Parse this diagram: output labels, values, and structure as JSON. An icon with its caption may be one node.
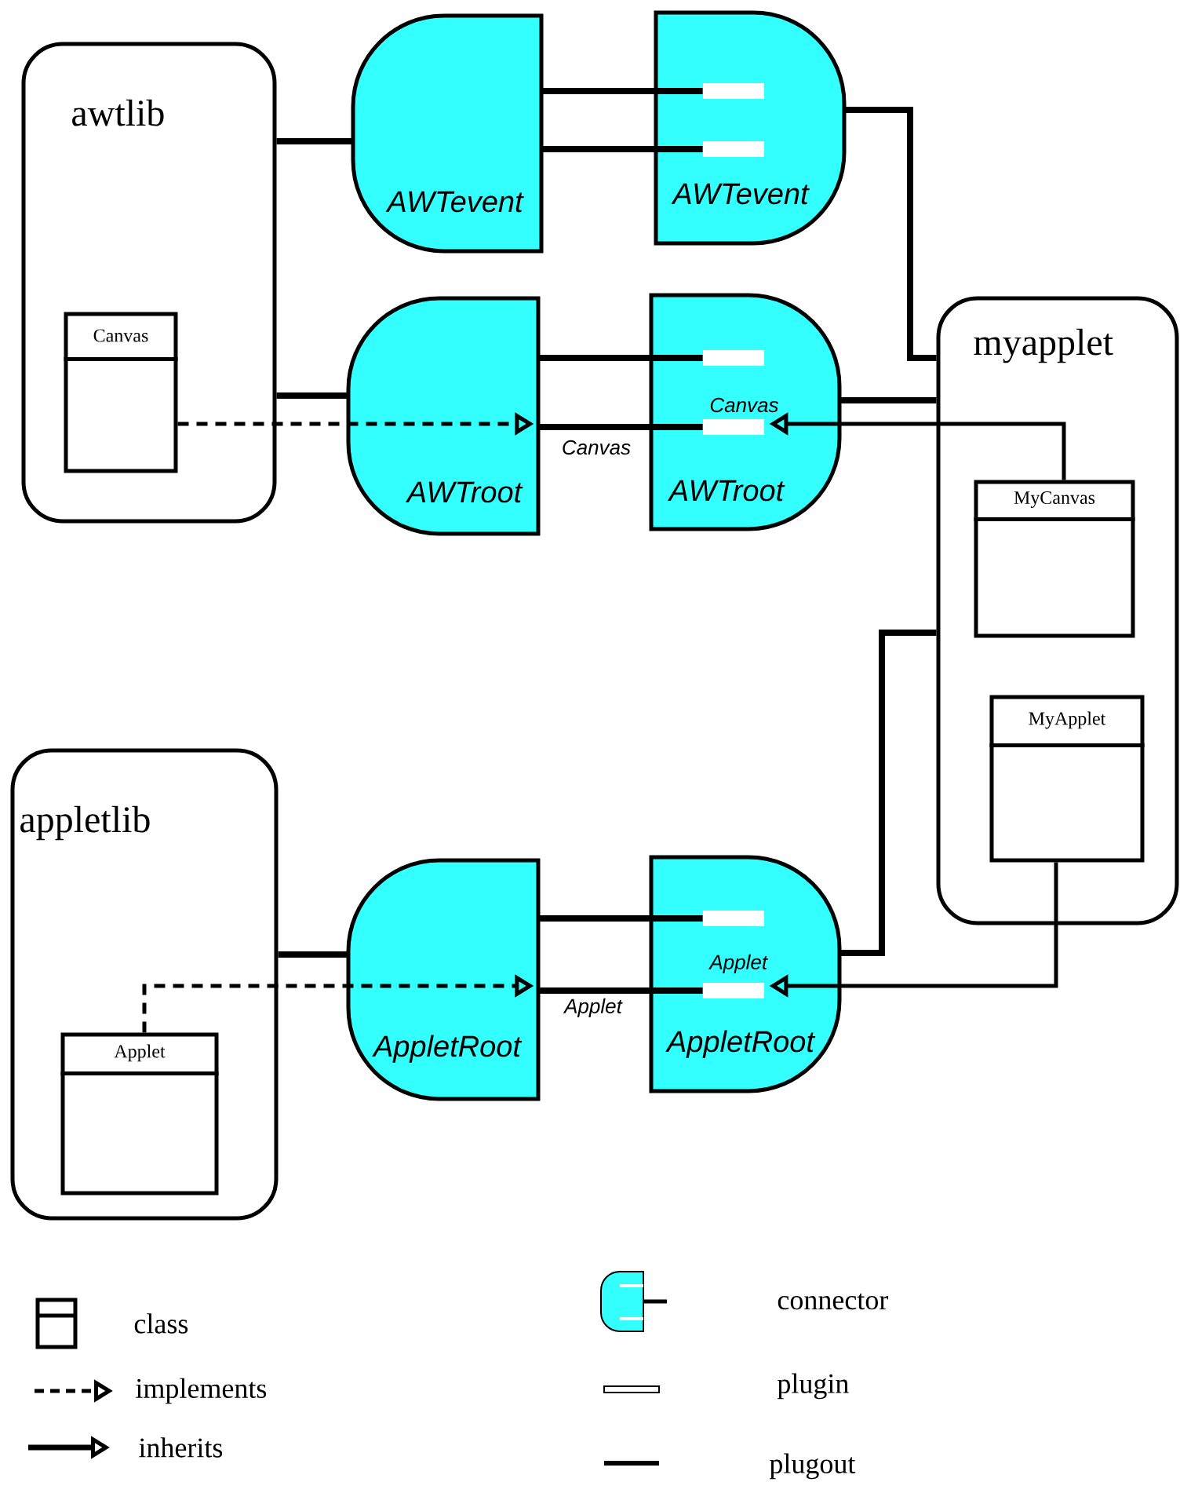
{
  "diagram": {
    "nodes": [
      {
        "text": [
          "awtlib"
        ]
      },
      {
        "text": [
          "Canvas"
        ],
        "in": 0
      },
      {
        "text": [
          "AWTevent"
        ]
      },
      {
        "text": [
          "AWTevent"
        ]
      },
      {
        "text": [
          "AWTroot"
        ]
      },
      {
        "text": [
          "AWTroot"
        ]
      },
      {
        "text": [
          "myapplet"
        ]
      },
      {
        "text": [
          "MyCanvas"
        ],
        "in": 6
      },
      {
        "text": [
          "MyApplet"
        ],
        "in": 6
      },
      {
        "text": [
          "appletlib"
        ]
      },
      {
        "text": [
          "Applet"
        ],
        "in": 9
      },
      {
        "text": [
          "AppletRoot"
        ]
      },
      {
        "text": [
          "AppletRoot"
        ]
      }
    ],
    "edges": [
      {
        "from": 0,
        "to": 2,
        "arrow": "none"
      },
      {
        "from": 2,
        "to": 3,
        "arrow": "none"
      },
      {
        "from": 2,
        "to": 3,
        "arrow": "none"
      },
      {
        "from": 3,
        "to": 6,
        "arrow": "none"
      },
      {
        "from": 0,
        "to": 4,
        "arrow": "none"
      },
      {
        "from": 4,
        "to": 5,
        "arrow": "none"
      },
      {
        "from": 4,
        "to": 5,
        "arrow": "none",
        "label": "Canvas"
      },
      {
        "from": 1,
        "to": 4,
        "arrow": "to",
        "style": "dashed"
      },
      {
        "from": 5,
        "to": 6,
        "arrow": "none"
      },
      {
        "from": 7,
        "to": 5,
        "arrow": "to"
      },
      {
        "from": 9,
        "to": 11,
        "arrow": "none"
      },
      {
        "from": 11,
        "to": 12,
        "arrow": "none"
      },
      {
        "from": 11,
        "to": 12,
        "arrow": "none",
        "label": "Applet"
      },
      {
        "from": 10,
        "to": 11,
        "arrow": "to",
        "style": "dashed"
      },
      {
        "from": 12,
        "to": 6,
        "arrow": "none"
      },
      {
        "from": 8,
        "to": 12,
        "arrow": "to"
      }
    ],
    "labels": [
      "Canvas",
      "Applet"
    ],
    "legend": [
      {
        "text": "class"
      },
      {
        "text": "implements"
      },
      {
        "text": "inherits"
      },
      {
        "text": "connector"
      },
      {
        "text": "plugin"
      },
      {
        "text": "plugout"
      }
    ]
  }
}
